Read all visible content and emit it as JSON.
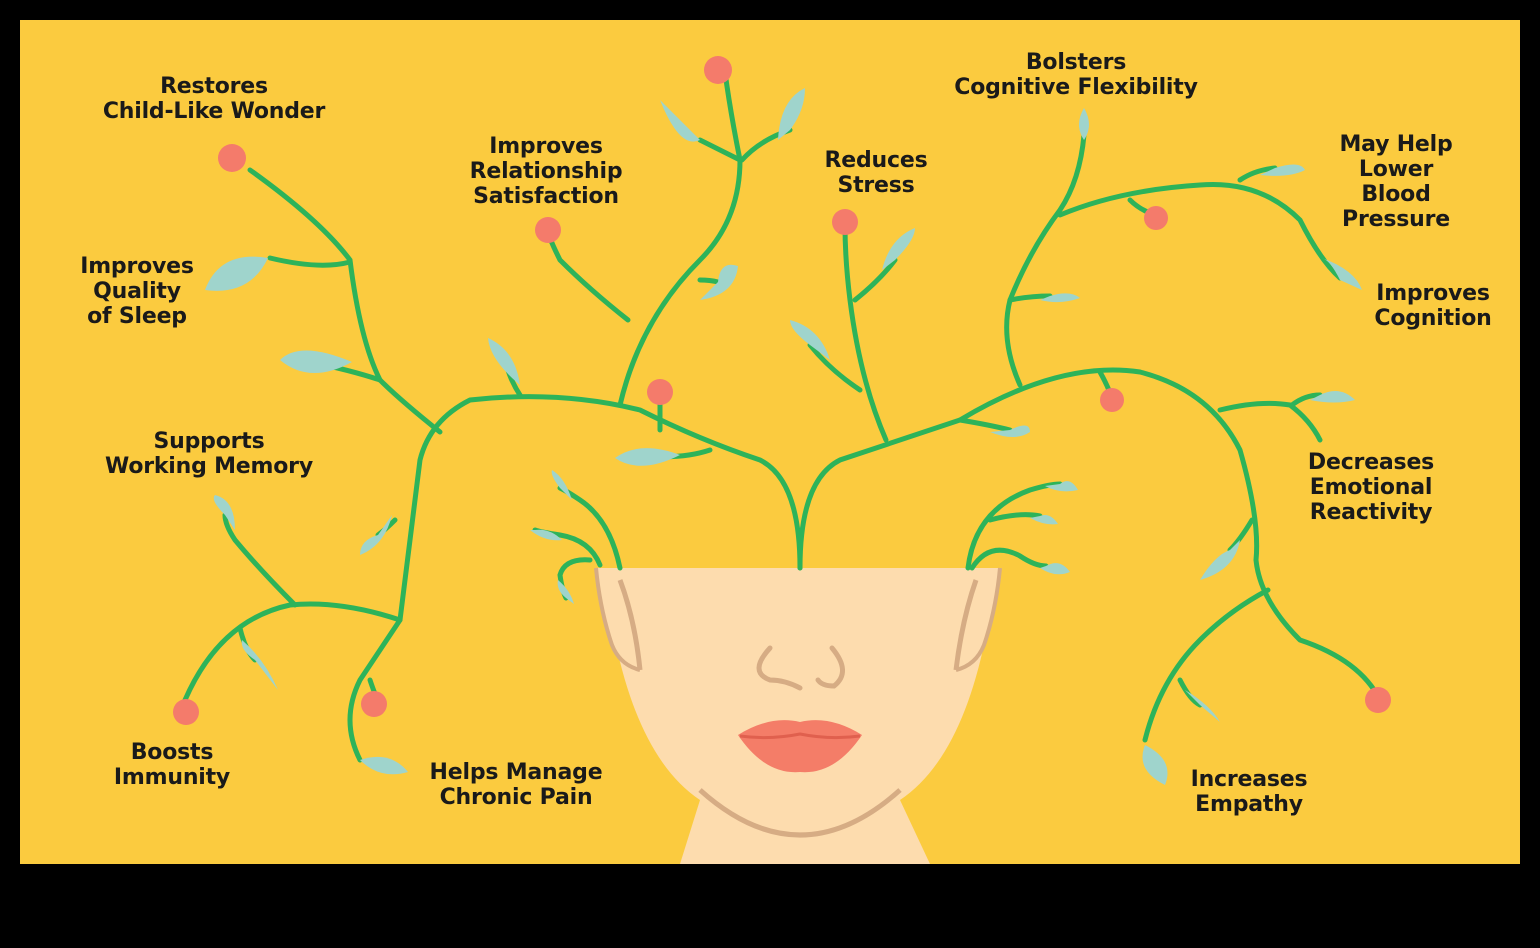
{
  "colors": {
    "background": "#FBCB3F",
    "branch": "#2DB35A",
    "leaf": "#9FD4CC",
    "flower": "#F47B6B",
    "skin": "#FDDCAE",
    "skin_line": "#D6AC84",
    "lips": "#F47D68",
    "text": "#1a1a1a"
  },
  "benefits": [
    {
      "id": "wonder",
      "text": "Restores\nChild-Like Wonder"
    },
    {
      "id": "sleep",
      "text": "Improves\nQuality\nof Sleep"
    },
    {
      "id": "memory",
      "text": "Supports\nWorking Memory"
    },
    {
      "id": "immunity",
      "text": "Boosts\nImmunity"
    },
    {
      "id": "pain",
      "text": "Helps Manage\nChronic Pain"
    },
    {
      "id": "relationship",
      "text": "Improves\nRelationship\nSatisfaction"
    },
    {
      "id": "stress",
      "text": "Reduces\nStress"
    },
    {
      "id": "flexibility",
      "text": "Bolsters\nCognitive Flexibility"
    },
    {
      "id": "blood-pressure",
      "text": "May Help\nLower Blood\nPressure"
    },
    {
      "id": "cognition",
      "text": "Improves\nCognition"
    },
    {
      "id": "emotional",
      "text": "Decreases\nEmotional\nReactivity"
    },
    {
      "id": "empathy",
      "text": "Increases\nEmpathy"
    }
  ]
}
